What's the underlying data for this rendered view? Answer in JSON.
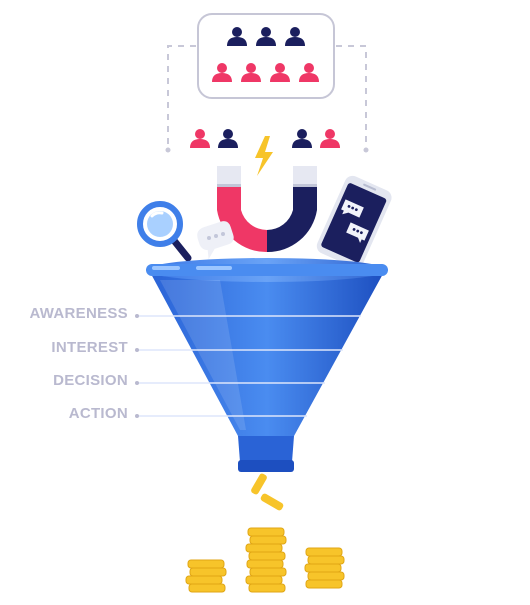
{
  "funnel": {
    "stages": [
      {
        "label": "AWARENESS"
      },
      {
        "label": "INTEREST"
      },
      {
        "label": "DECISION"
      },
      {
        "label": "ACTION"
      }
    ]
  },
  "colors": {
    "navy": "#1b1f5e",
    "pink": "#ef3766",
    "funnel_blue": "#3f7fe9",
    "funnel_light": "#6ea6f5",
    "funnel_dark": "#1f55c8",
    "coin_gold": "#f7c42a",
    "label_gray": "#b9b9cf",
    "dash_gray": "#c8c8d8"
  },
  "icons": [
    "audience-group-icon",
    "magnet-icon",
    "lightning-icon",
    "magnifier-icon",
    "chat-bubble-icon",
    "smartphone-icon",
    "funnel-icon",
    "coin-stack-icon"
  ]
}
